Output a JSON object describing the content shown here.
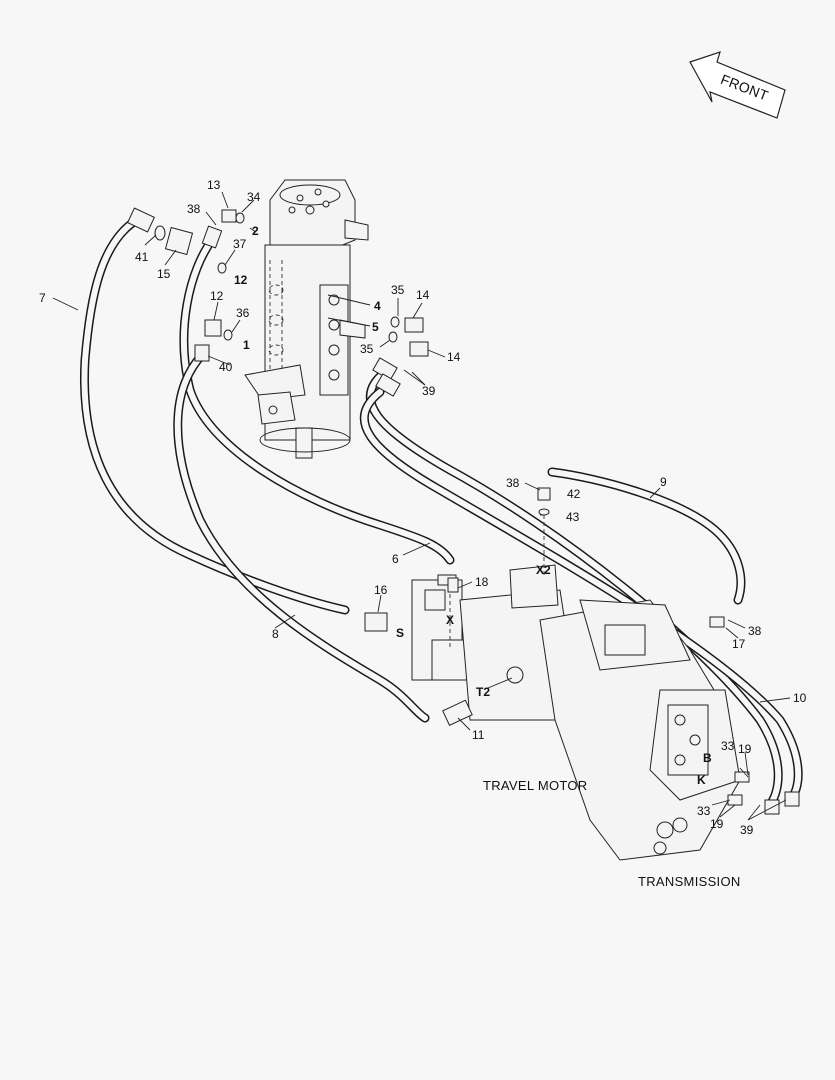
{
  "direction_label": "FRONT",
  "captions": {
    "travel_motor": "TRAVEL MOTOR",
    "transmission": "TRANSMISSION"
  },
  "callouts": [
    {
      "id": "c13",
      "text": "13"
    },
    {
      "id": "c34",
      "text": "34"
    },
    {
      "id": "c38a",
      "text": "38"
    },
    {
      "id": "c2",
      "text": "2"
    },
    {
      "id": "c37",
      "text": "37"
    },
    {
      "id": "c41",
      "text": "41"
    },
    {
      "id": "c15",
      "text": "15"
    },
    {
      "id": "c12b",
      "text": "12"
    },
    {
      "id": "c7",
      "text": "7"
    },
    {
      "id": "c12a",
      "text": "12"
    },
    {
      "id": "c36",
      "text": "36"
    },
    {
      "id": "c1",
      "text": "1"
    },
    {
      "id": "c40",
      "text": "40"
    },
    {
      "id": "c35a",
      "text": "35"
    },
    {
      "id": "c14a",
      "text": "14"
    },
    {
      "id": "c4",
      "text": "4"
    },
    {
      "id": "c5",
      "text": "5"
    },
    {
      "id": "c35b",
      "text": "35"
    },
    {
      "id": "c14b",
      "text": "14"
    },
    {
      "id": "c39a",
      "text": "39"
    },
    {
      "id": "c38b",
      "text": "38"
    },
    {
      "id": "c42",
      "text": "42"
    },
    {
      "id": "c9",
      "text": "9"
    },
    {
      "id": "c43",
      "text": "43"
    },
    {
      "id": "c6",
      "text": "6"
    },
    {
      "id": "cX2",
      "text": "X2"
    },
    {
      "id": "c18",
      "text": "18"
    },
    {
      "id": "c16",
      "text": "16"
    },
    {
      "id": "cS",
      "text": "S"
    },
    {
      "id": "cX",
      "text": "X"
    },
    {
      "id": "c8",
      "text": "8"
    },
    {
      "id": "c38c",
      "text": "38"
    },
    {
      "id": "c17",
      "text": "17"
    },
    {
      "id": "cT2",
      "text": "T2"
    },
    {
      "id": "c10",
      "text": "10"
    },
    {
      "id": "c11",
      "text": "11"
    },
    {
      "id": "c33a",
      "text": "33"
    },
    {
      "id": "cB",
      "text": "B"
    },
    {
      "id": "c19a",
      "text": "19"
    },
    {
      "id": "cK",
      "text": "K"
    },
    {
      "id": "c33b",
      "text": "33"
    },
    {
      "id": "c19b",
      "text": "19"
    },
    {
      "id": "c39b",
      "text": "39"
    }
  ]
}
